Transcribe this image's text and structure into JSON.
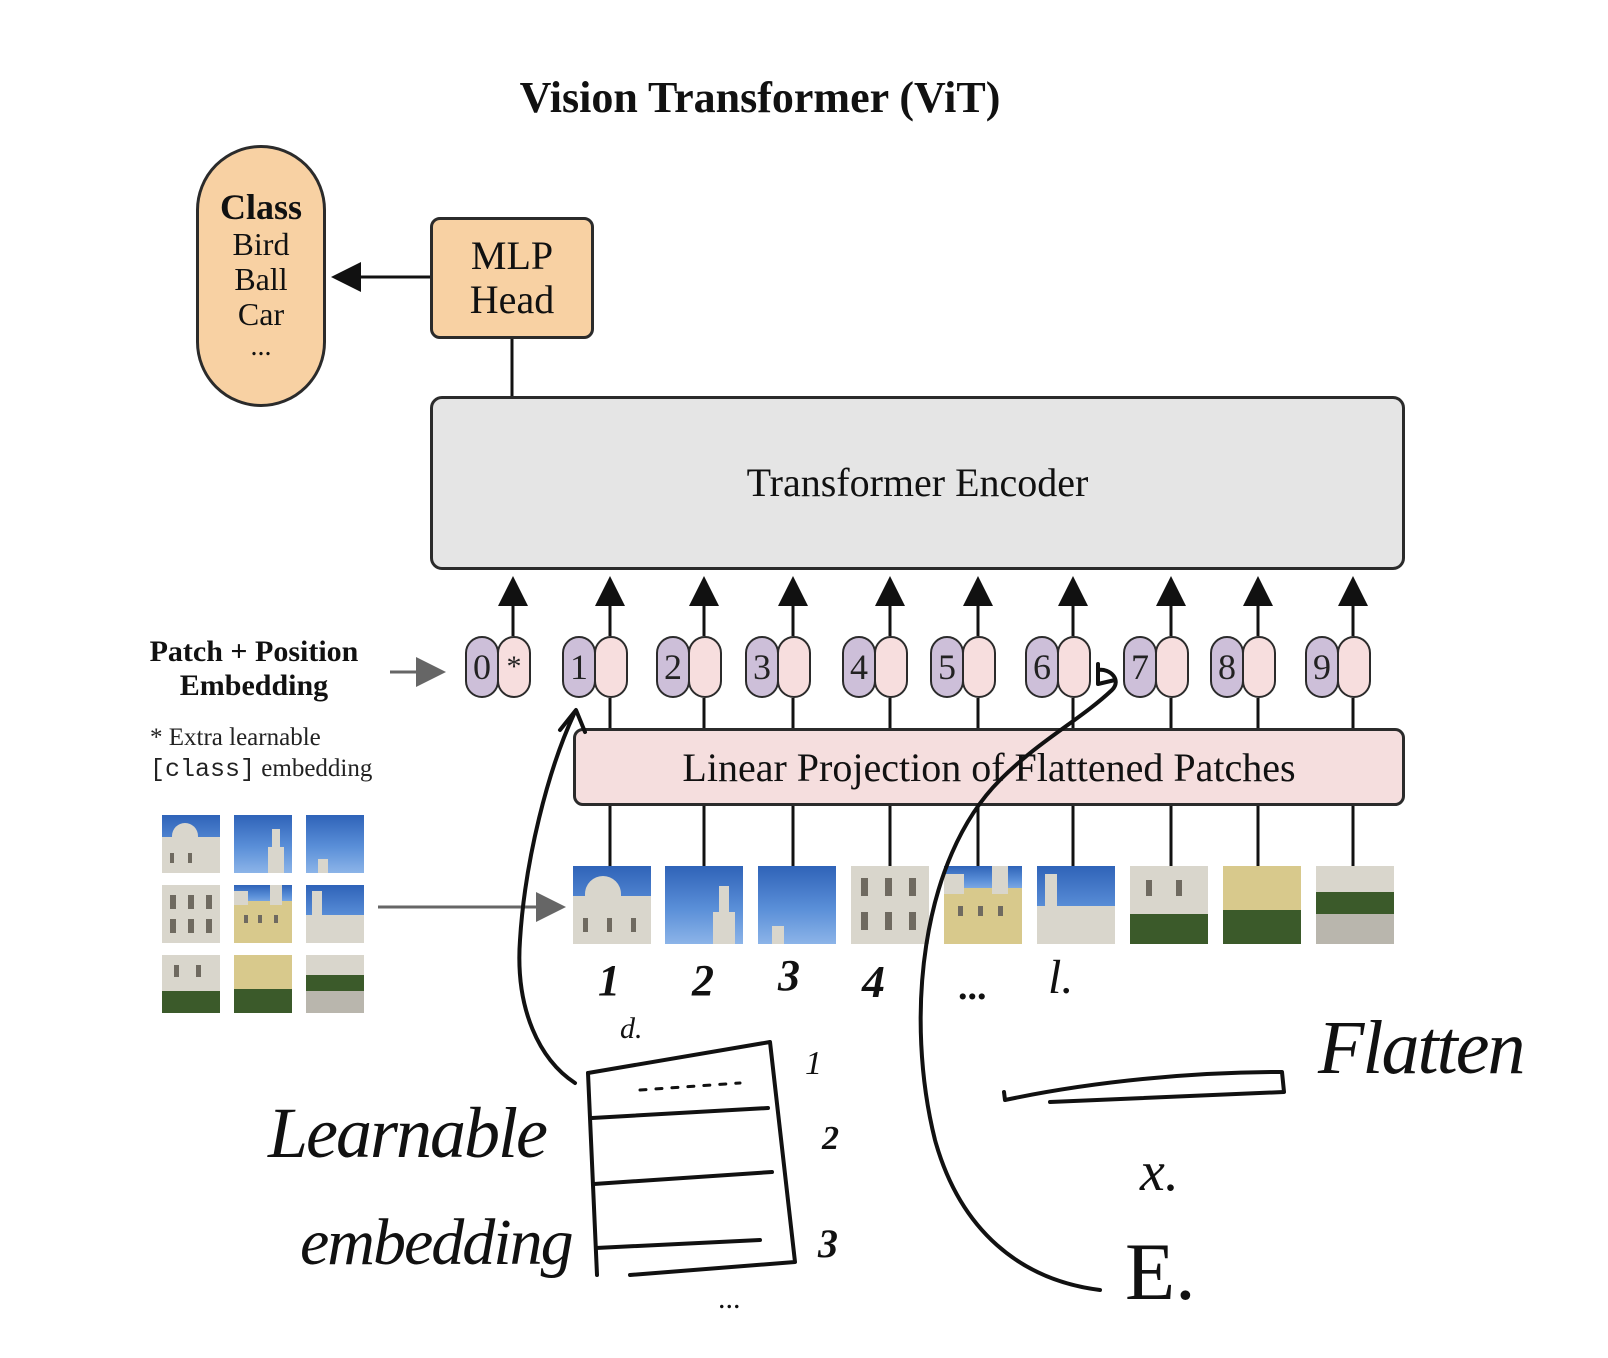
{
  "title": "Vision Transformer (ViT)",
  "class_box": {
    "heading": "Class",
    "items": [
      "Bird",
      "Ball",
      "Car",
      "..."
    ]
  },
  "mlp_head": {
    "line1": "MLP",
    "line2": "Head"
  },
  "encoder": {
    "label": "Transformer Encoder"
  },
  "projection": {
    "label": "Linear Projection of Flattened Patches"
  },
  "embedding": {
    "label_line1": "Patch + Position",
    "label_line2": "Embedding",
    "note_star": "* Extra learnable",
    "note_code": "[class]",
    "note_rest": " embedding",
    "tokens": [
      "0",
      "1",
      "2",
      "3",
      "4",
      "5",
      "6",
      "7",
      "8",
      "9"
    ],
    "class_marker": "*"
  },
  "patches": {
    "count_in_sequence": 9,
    "grid_rows": 3,
    "grid_cols": 3
  },
  "handwriting": {
    "indices": [
      "1",
      "2",
      "3",
      "4",
      "...",
      "l."
    ],
    "learnable_line1": "Learnable",
    "learnable_line2": "embedding",
    "table_rows": [
      "1",
      "2",
      "3"
    ],
    "table_bottom": "...",
    "table_top_mark": "d.",
    "flatten": "Flatten",
    "times": "x.",
    "e_mark": "E."
  },
  "colors": {
    "orange_box": "#f8d1a3",
    "encoder_gray": "#e5e5e5",
    "projection_pink": "#f5dede",
    "pos_purple": "#cdbfd9",
    "patch_pink": "#f7dede"
  }
}
